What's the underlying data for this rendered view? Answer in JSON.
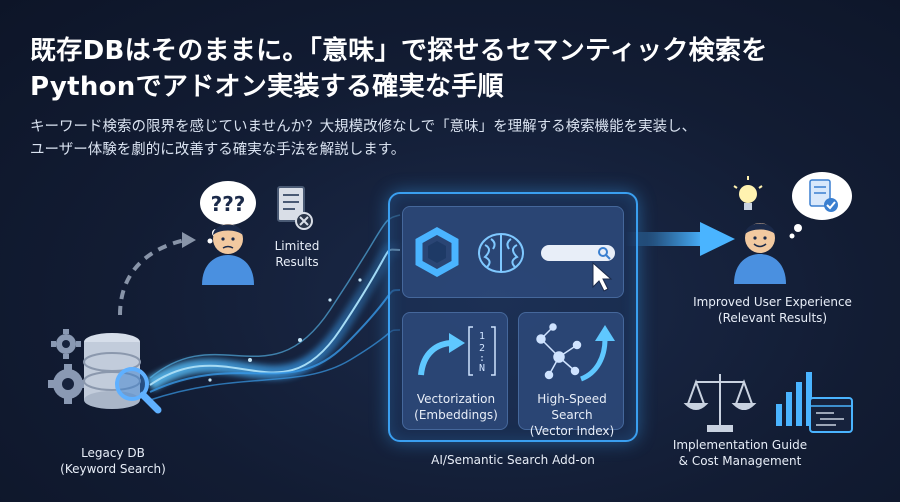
{
  "header": {
    "title_line1": "既存DBはそのままに。「意味」で探せるセマンティック検索を",
    "title_line2": "Pythonでアドオン実装する確実な手順",
    "subtitle_line1": "キーワード検索の限界を感じていませんか？大規模改修なしで「意味」を理解する検索機能を実装し、",
    "subtitle_line2": "ユーザー体験を劇的に改善する確実な手法を解説します。"
  },
  "nodes": {
    "legacy_db": {
      "line1": "Legacy DB",
      "line2": "(Keyword Search)"
    },
    "limited": {
      "line1": "Limited",
      "line2": "Results"
    },
    "confused_bubble": "???",
    "addon": {
      "label": "AI/Semantic Search Add-on",
      "vectorization": {
        "line1": "Vectorization",
        "line2": "(Embeddings)"
      },
      "vector_glyphs": [
        "1",
        "2",
        ":",
        "N"
      ],
      "high_speed": {
        "line1": "High-Speed Search",
        "line2": "(Vector Index)"
      }
    },
    "improved": {
      "line1": "Improved User Experience",
      "line2": "(Relevant Results)"
    },
    "guide": {
      "line1": "Implementation Guide",
      "line2": "& Cost Management"
    }
  },
  "colors": {
    "background": "#121c33",
    "accent": "#3a9ff0",
    "glow": "#5fc8ff",
    "person": "#4a90e0",
    "skin": "#f2c9a0"
  }
}
